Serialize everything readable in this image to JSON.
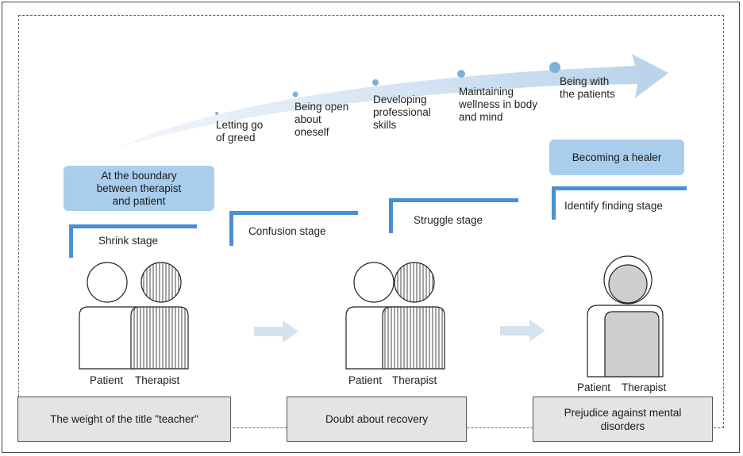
{
  "steps": [
    {
      "text": "Letting go\nof greed"
    },
    {
      "text": "Being open\nabout\noneself"
    },
    {
      "text": "Developing\nprofessional\nskills"
    },
    {
      "text": "Maintaining\nwellness in body\nand mind"
    },
    {
      "text": "Being with\nthe patients"
    }
  ],
  "boundary_box": "At the boundary\nbetween therapist\nand patient",
  "healer_box": "Becoming a healer",
  "stages": {
    "shrink": "Shrink stage",
    "confusion": "Confusion stage",
    "struggle": "Struggle stage",
    "identify": "Identify finding stage"
  },
  "figures": {
    "patient_label": "Patient",
    "therapist_label": "Therapist"
  },
  "bottom": {
    "box1": "The weight of the title \"teacher\"",
    "box2": "Doubt about recovery",
    "box3": "Prejudice against mental\ndisorders"
  },
  "colors": {
    "accent_blue": "#4a90d0",
    "light_blue": "#a9cdec",
    "arrow_blue": "#cfe0ef",
    "box_gray": "#e4e4e4",
    "figure_fill": "#cfcfcf"
  }
}
